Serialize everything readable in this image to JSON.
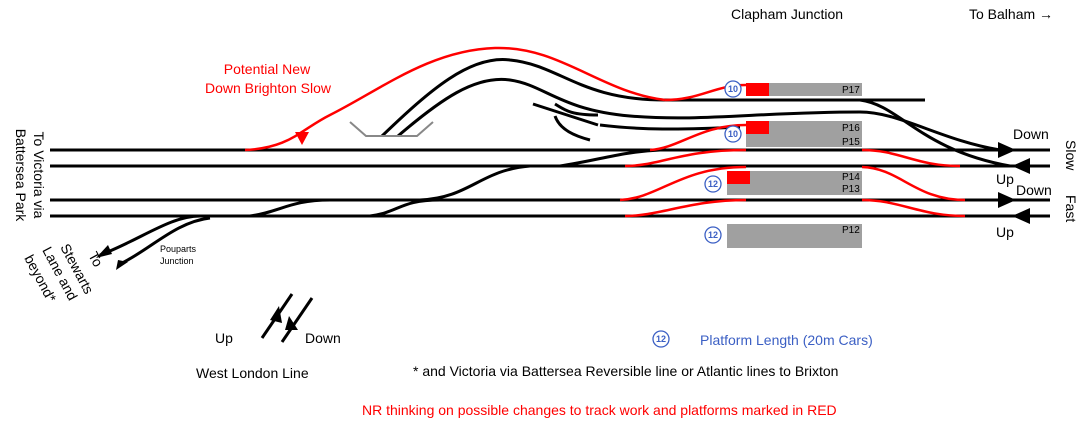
{
  "title": "Clapham Junction",
  "to_balham": "To Balham →",
  "proposal_label_line1": "Potential New",
  "proposal_label_line2": "Down Brighton Slow",
  "left_label_line1": "To Victoria via",
  "left_label_line2": "Battersea Park",
  "stewarts_line1": "To",
  "stewarts_line2": "Stewarts",
  "stewarts_line3": "Lane and",
  "stewarts_line4": "beyond*",
  "pouparts_line1": "Pouparts",
  "pouparts_line2": "Junction",
  "line_labels": {
    "slow": "Slow",
    "fast": "Fast",
    "down_slow": "Down",
    "up_slow": "Up",
    "down_fast": "Down",
    "up_fast": "Up"
  },
  "platforms": {
    "p17": "P17",
    "p16": "P16",
    "p15": "P15",
    "p14": "P14",
    "p13": "P13",
    "p12": "P12"
  },
  "platform_lengths": {
    "p17": "10",
    "p16_15": "10",
    "p14_13": "12",
    "p12": "12"
  },
  "legend": {
    "west_london_up": "Up",
    "west_london_down": "Down",
    "west_london_title": "West London Line",
    "length_badge": "12",
    "length_label": "Platform Length (20m Cars)",
    "footnote": "* and Victoria via Battersea Reversible line or Atlantic lines to Brixton",
    "red_note": "NR thinking on possible changes to track work and platforms marked in RED"
  },
  "colors": {
    "track": "#000000",
    "proposed": "#ff0000",
    "platform": "#a0a0a0",
    "badge": "#3b5fc4"
  }
}
